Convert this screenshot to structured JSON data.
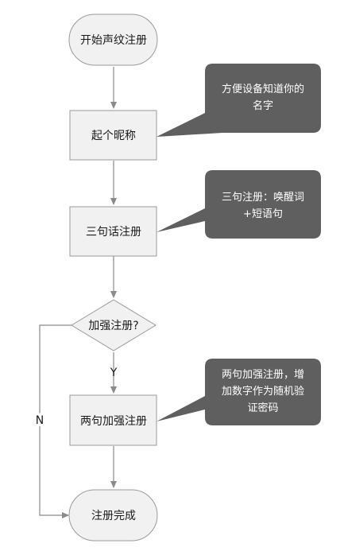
{
  "colors": {
    "node_fill": "#f1f1f1",
    "node_stroke": "#9a9a9a",
    "callout_fill": "#5f5f5f",
    "callout_text": "#ffffff",
    "edge": "#8a8a8a"
  },
  "nodes": {
    "start": "开始声纹注册",
    "nickname": "起个昵称",
    "three_sentence": "三句话注册",
    "decision": "加强注册?",
    "enhanced": "两句加强注册",
    "end": "注册完成"
  },
  "callouts": {
    "nickname": [
      "方便设备知道你的",
      "名字"
    ],
    "three_sentence": [
      "三句注册：唤醒词",
      "+短语句"
    ],
    "enhanced": [
      "两句加强注册，增",
      "加数字作为随机验",
      "证密码"
    ]
  },
  "edge_labels": {
    "yes": "Y",
    "no": "N"
  }
}
